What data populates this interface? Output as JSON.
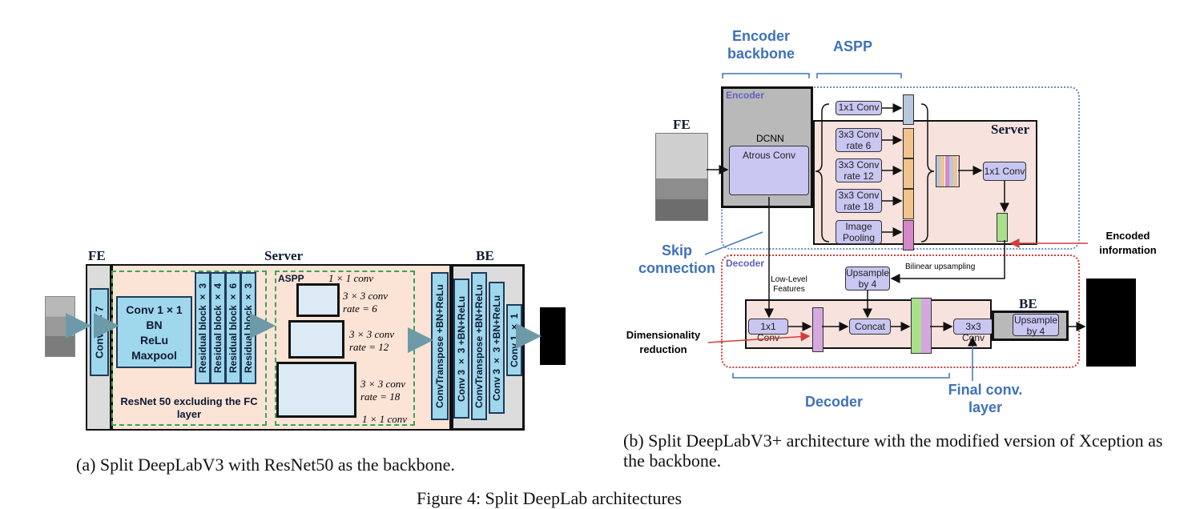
{
  "figure_a": {
    "fe_label": "FE",
    "server_label": "Server",
    "be_label": "BE",
    "conv77": "Conv 7×7",
    "stem": [
      "Conv 1 × 1",
      "BN",
      "ReLu",
      "Maxpool"
    ],
    "res_blocks": [
      "Residual block × 3",
      "Residual block × 4",
      "Residual block × 6",
      "Residual block × 3"
    ],
    "resnet_caption": "ResNet 50 excluding the FC layer",
    "aspp_label": "ASPP",
    "aspp_top": "1 × 1 conv",
    "aspp_r6": [
      "3 × 3 conv",
      "rate = 6"
    ],
    "aspp_r12": [
      "3 × 3 conv",
      "rate = 12"
    ],
    "aspp_r18": [
      "3 × 3 conv",
      "rate = 18"
    ],
    "aspp_bottom": "1 × 1 conv",
    "server_out": "ConvTranspose +BN+ReLu",
    "be_blocks": [
      "Conv 3 × 3 +BN+ReLu",
      "ConvTranspose +BN+ReLu",
      "Conv 3 × 3 +BN+ReLu",
      "Conv 1 × 1"
    ],
    "caption": "(a) Split DeepLabV3 with ResNet50 as the backbone."
  },
  "figure_b": {
    "encoder_backbone": "Encoder backbone",
    "aspp": "ASPP",
    "encoder": "Encoder",
    "fe": "FE",
    "dcnn": "DCNN",
    "atrous": "Atrous Conv",
    "server": "Server",
    "branches": [
      "1x1 Conv",
      "3x3 Conv rate 6",
      "3x3 Conv rate 12",
      "3x3 Conv rate 18",
      "Image Pooling"
    ],
    "merge_conv": "1x1 Conv",
    "skip": "Skip connection",
    "decoder_small": "Decoder",
    "low_level": "Low-Level Features",
    "bilinear": "Bilinear upsampling",
    "upsample4": "Upsample by 4",
    "conv1x1": "1x1 Conv",
    "concat": "Concat",
    "conv3x3": "3x3 Conv",
    "be": "BE",
    "upsample4b": "Upsample by 4",
    "encoded_info": "Encoded information",
    "dim_red": "Dimensionality reduction",
    "decoder_big": "Decoder",
    "final_conv": "Final conv. layer",
    "caption": "(b) Split DeepLabV3+ architecture with the modified version of Xception as the backbone."
  },
  "figure_caption": "Figure 4: Split DeepLab architectures"
}
